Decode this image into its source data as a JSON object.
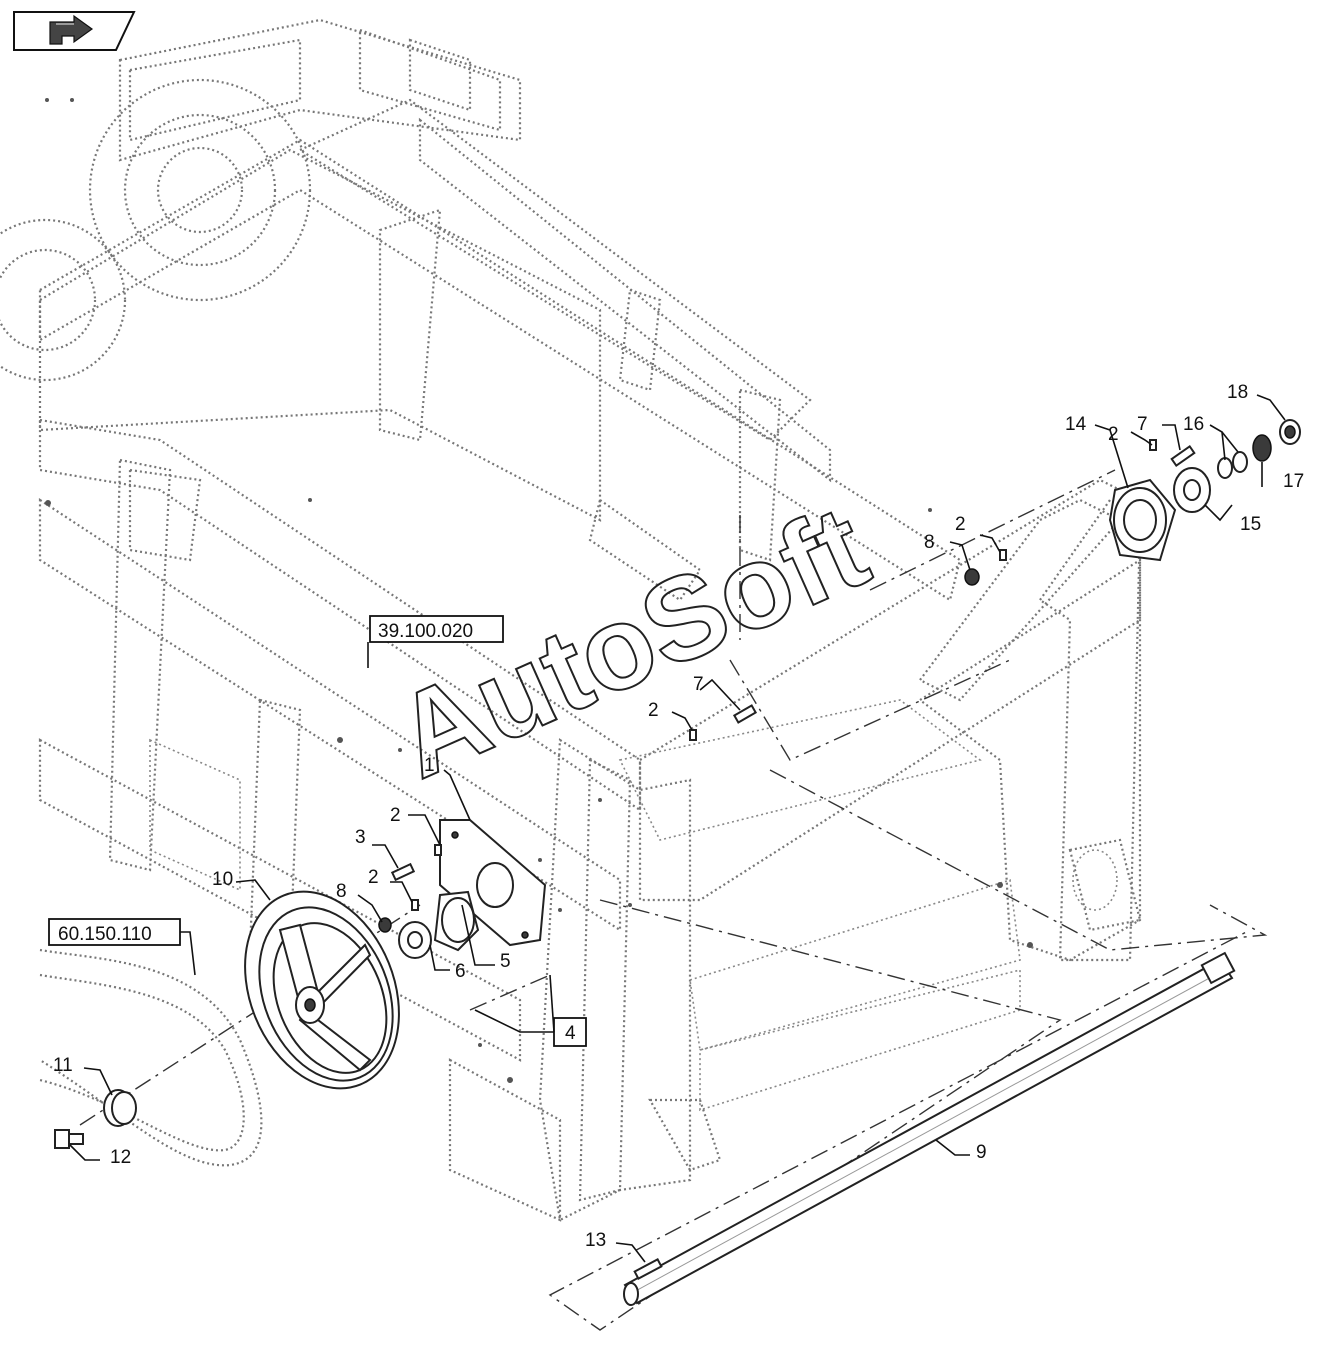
{
  "nav": {
    "icon": "return-arrow-icon"
  },
  "references": {
    "frame_ref": "39.100.020",
    "belt_ref": "60.150.110",
    "box_4": "4"
  },
  "callouts": {
    "c1": "1",
    "c2a": "2",
    "c2b": "2",
    "c2c": "2",
    "c2d": "2",
    "c2e": "2",
    "c3": "3",
    "c5": "5",
    "c6": "6",
    "c7a": "7",
    "c7b": "7",
    "c8a": "8",
    "c8b": "8",
    "c9": "9",
    "c10": "10",
    "c11": "11",
    "c12": "12",
    "c13": "13",
    "c14": "14",
    "c15": "15",
    "c16": "16",
    "c17": "17",
    "c18": "18"
  },
  "watermark": "AutoSoft"
}
